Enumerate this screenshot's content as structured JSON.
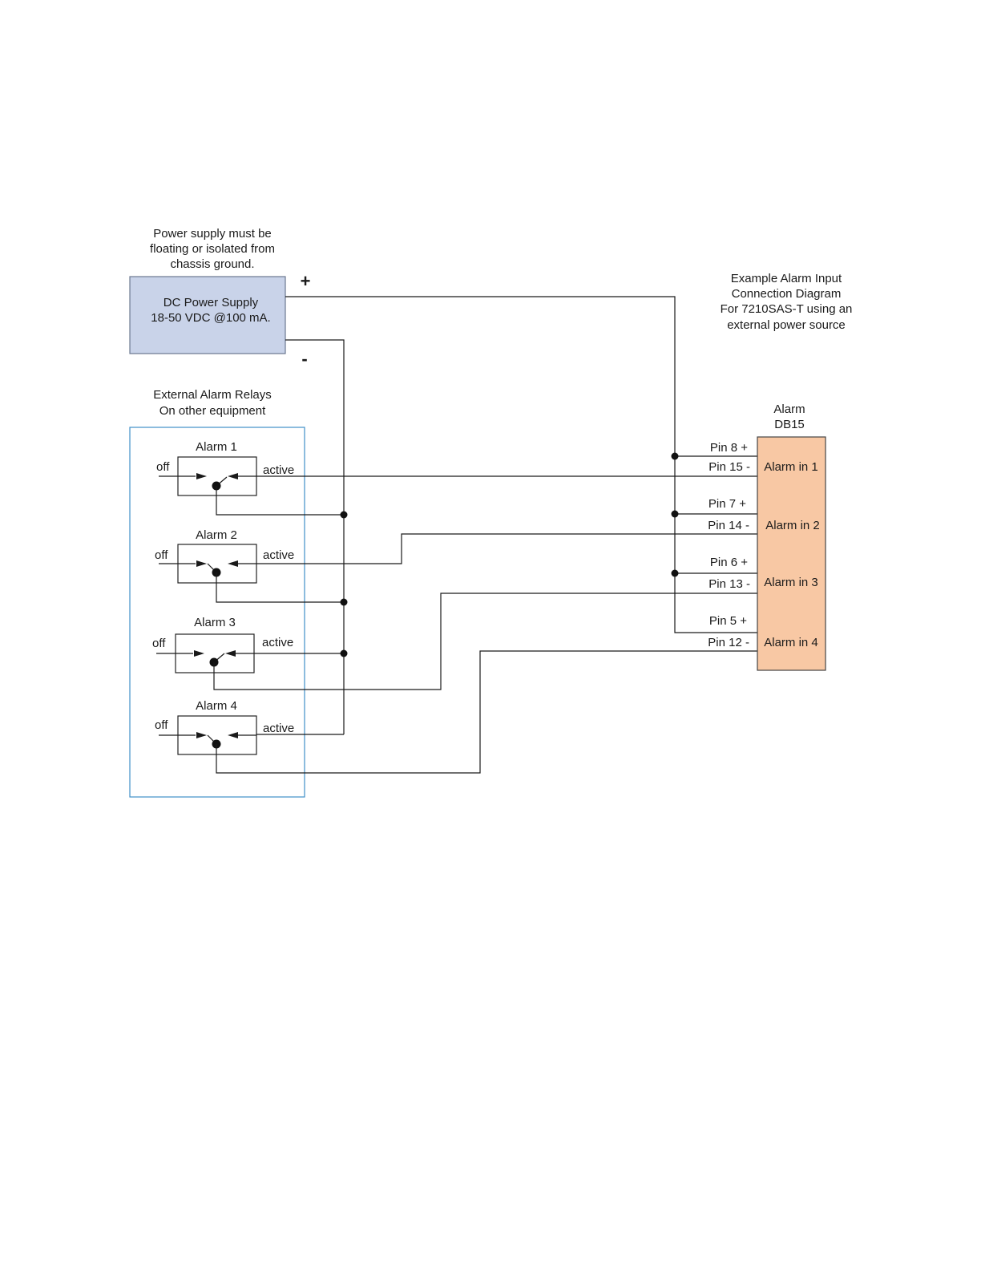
{
  "power_note": [
    "Power supply must be",
    "floating or isolated from",
    "chassis ground."
  ],
  "power_supply": {
    "lines": [
      "DC Power Supply",
      "18-50 VDC @100 mA."
    ],
    "plus": "+",
    "minus": "-",
    "fill_color": "#c9d3e9",
    "border_color": "#6c7890"
  },
  "example_note": [
    "Example Alarm Input",
    "Connection Diagram",
    "For 7210SAS-T  using an",
    "external power source"
  ],
  "relays": {
    "title": [
      "External Alarm Relays",
      "On other equipment"
    ],
    "border_color": "#3f8fc8",
    "items": [
      {
        "name": "Alarm 1",
        "off": "off",
        "active": "active"
      },
      {
        "name": "Alarm 2",
        "off": "off",
        "active": "active"
      },
      {
        "name": "Alarm 3",
        "off": "off",
        "active": "active"
      },
      {
        "name": "Alarm 4",
        "off": "off",
        "active": "active"
      }
    ]
  },
  "connector": {
    "title": [
      "Alarm",
      "DB15"
    ],
    "fill_color": "#f8c8a4",
    "inputs": [
      {
        "label": "Alarm in 1",
        "pin_plus": "Pin 8 +",
        "pin_minus": "Pin 15 -"
      },
      {
        "label": "Alarm in 2",
        "pin_plus": "Pin 7 +",
        "pin_minus": "Pin 14 -"
      },
      {
        "label": "Alarm in 3",
        "pin_plus": "Pin 6 +",
        "pin_minus": "Pin 13 -"
      },
      {
        "label": "Alarm in 4",
        "pin_plus": "Pin 5 +",
        "pin_minus": "Pin 12 -"
      }
    ]
  }
}
